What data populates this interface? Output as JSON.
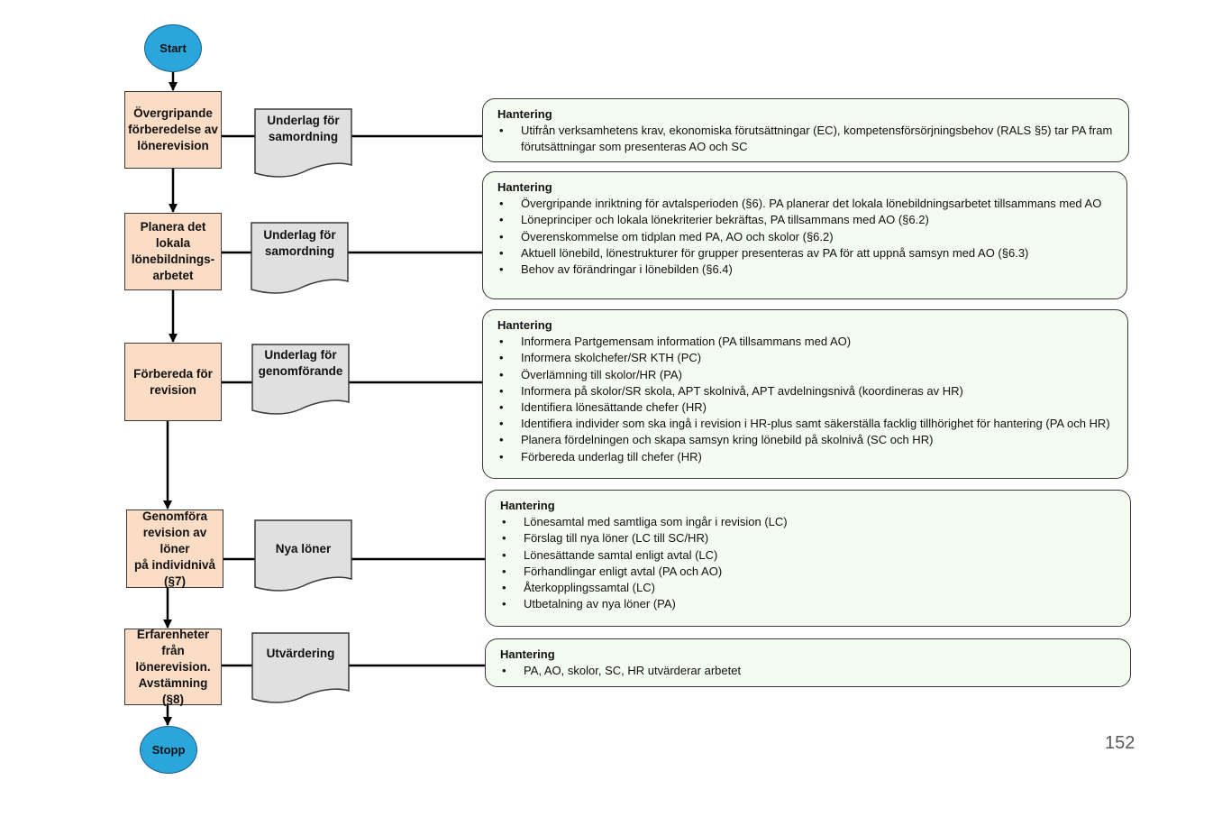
{
  "terminals": {
    "start": "Start",
    "stop": "Stopp"
  },
  "steps": [
    {
      "process": "Övergripande\nförberedelse av\nlönerevision",
      "document": "Underlag för\nsamordning",
      "heading": "Hantering",
      "items": [
        "Utifrån verksamhetens krav, ekonomiska förutsättningar (EC), kompetensförsörjningsbehov (RALS §5) tar PA  fram  förutsättningar som presenteras AO och SC"
      ]
    },
    {
      "process": "Planera det\nlokala\nlönebildnings-\narbetet",
      "document": "Underlag för\nsamordning",
      "heading": "Hantering",
      "items": [
        "Övergripande inriktning för avtalsperioden (§6). PA planerar det lokala lönebildningsarbetet tillsammans med AO",
        "Löneprinciper och lokala lönekriterier bekräftas, PA tillsammans med AO (§6.2)",
        "Överenskommelse om tidplan med PA, AO och skolor (§6.2)",
        "Aktuell lönebild, lönestrukturer för grupper presenteras av PA för att uppnå samsyn med AO (§6.3)",
        "Behov av förändringar i lönebilden (§6.4)"
      ]
    },
    {
      "process": "Förbereda för\nrevision",
      "document": "Underlag för\ngenomförande",
      "heading": "Hantering",
      "items": [
        "Informera Partgemensam information (PA tillsammans med AO)",
        "Informera skolchefer/SR KTH (PC)",
        "Överlämning till skolor/HR (PA)",
        "Informera på skolor/SR skola, APT skolnivå, APT avdelningsnivå (koordineras av HR)",
        "Identifiera lönesättande chefer (HR)",
        "Identifiera individer som ska ingå i revision i HR-plus samt säkerställa facklig tillhörighet för hantering (PA och HR)",
        "Planera fördelningen och skapa samsyn kring lönebild på skolnivå (SC och HR)",
        "Förbereda underlag till chefer (HR)"
      ]
    },
    {
      "process": "Genomföra\nrevision av löner\npå individnivå\n(§7)",
      "document": "Nya löner",
      "heading": "Hantering",
      "items": [
        "Lönesamtal med samtliga som ingår i revision (LC)",
        "Förslag till nya löner  (LC till SC/HR)",
        "Lönesättande samtal enligt avtal (LC)",
        "Förhandlingar enligt avtal (PA och AO)",
        "Återkopplingssamtal  (LC)",
        "Utbetalning av nya löner (PA)"
      ]
    },
    {
      "process": "Erfarenheter\nfrån\nlönerevision.\nAvstämning (§8)",
      "document": "Utvärdering",
      "heading": "Hantering",
      "items": [
        "PA, AO, skolor, SC, HR utvärderar arbetet"
      ]
    }
  ],
  "page_number": "152",
  "colors": {
    "terminal_fill": "#2aa6dc",
    "process_fill": "#fbdcc4",
    "document_fill": "#e0e0e0",
    "panel_fill": "#f4fbf1",
    "line": "#000000"
  }
}
